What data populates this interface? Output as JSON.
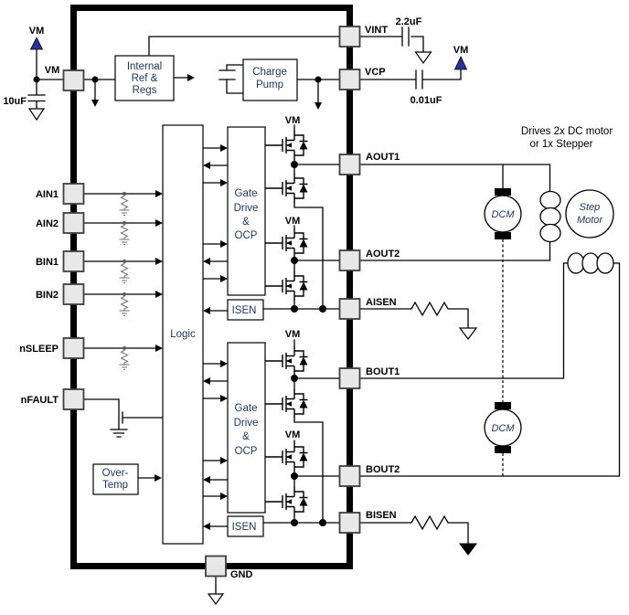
{
  "note": {
    "line1": "Drives 2x DC motor",
    "line2": "or 1x Stepper"
  },
  "power": {
    "vm_rail": "VM",
    "vm_pin_label": "VM",
    "bulk_cap": "10uF",
    "vint_cap": "2.2uF",
    "vcp_cap": "0.01uF",
    "vm_vcp": "VM",
    "vm_fet_a1": "VM",
    "vm_fet_a2": "VM",
    "vm_fet_b1": "VM",
    "vm_fet_b2": "VM"
  },
  "pins": {
    "vm": "VM",
    "ain1": "AIN1",
    "ain2": "AIN2",
    "bin1": "BIN1",
    "bin2": "BIN2",
    "nsleep": "nSLEEP",
    "nfault": "nFAULT",
    "vint": "VINT",
    "vcp": "VCP",
    "aout1": "AOUT1",
    "aout2": "AOUT2",
    "aisen": "AISEN",
    "bout1": "BOUT1",
    "bout2": "BOUT2",
    "bisen": "BISEN",
    "gnd": "GND"
  },
  "blocks": {
    "internal_ref": {
      "line1": "Internal",
      "line2": "Ref &",
      "line3": "Regs"
    },
    "charge_pump": {
      "line1": "Charge",
      "line2": "Pump"
    },
    "logic": "Logic",
    "gate_drive_a": {
      "line1": "Gate",
      "line2": "Drive",
      "line3": "&",
      "line4": "OCP"
    },
    "gate_drive_b": {
      "line1": "Gate",
      "line2": "Drive",
      "line3": "&",
      "line4": "OCP"
    },
    "isen_a": "ISEN",
    "isen_b": "ISEN",
    "over_temp": {
      "line1": "Over-",
      "line2": "Temp"
    }
  },
  "motors": {
    "dcm_a": "DCM",
    "dcm_b": "DCM",
    "step": {
      "line1": "Step",
      "line2": "Motor"
    }
  },
  "colors": {
    "block_text": "#1f3864",
    "vm_triangle": "#2e3192",
    "pin_fill": "#e8e8e8",
    "wire": "#000000"
  }
}
